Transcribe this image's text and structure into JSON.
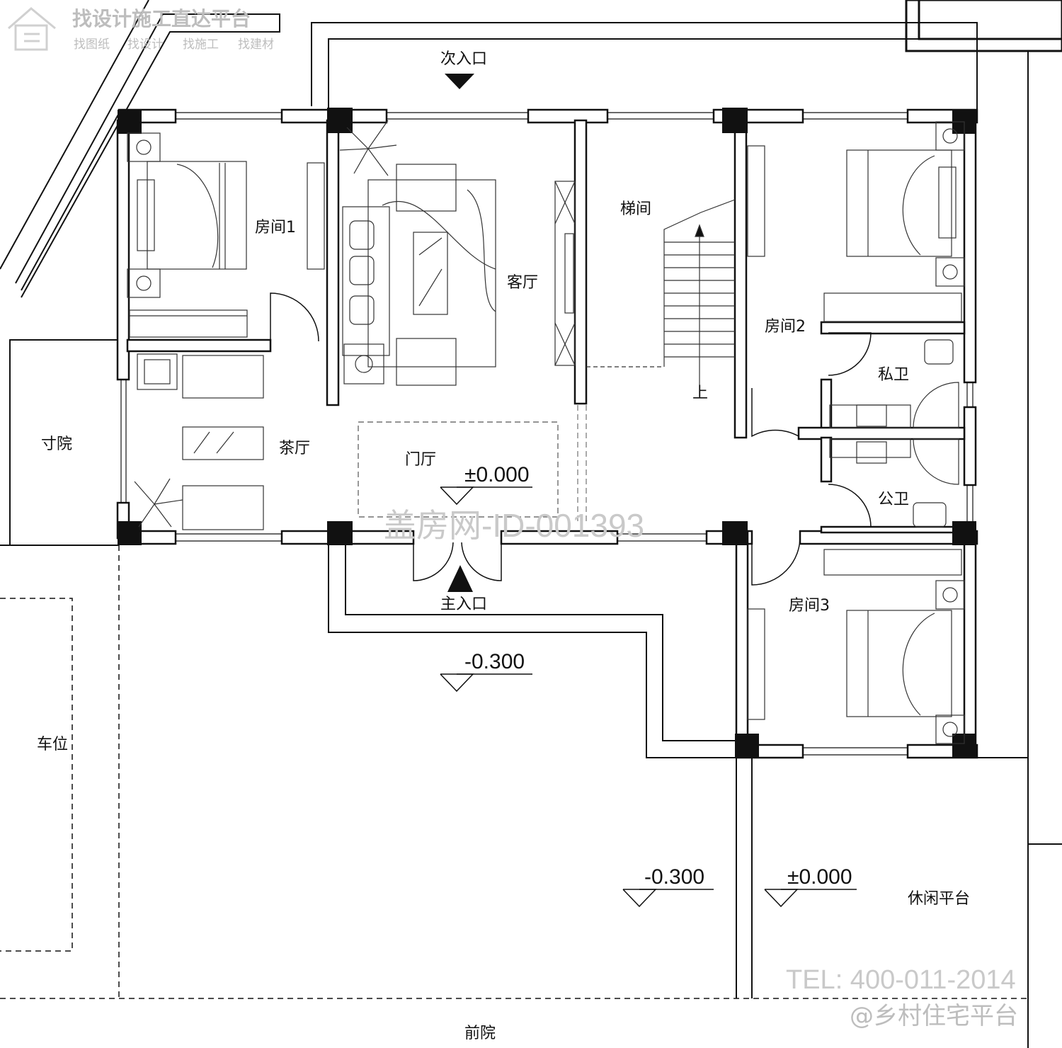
{
  "header": {
    "slogan": "找设计施工直达平台",
    "links": [
      "找图纸",
      "找设计",
      "找施工",
      "找建材"
    ]
  },
  "rooms": {
    "room1": "房间1",
    "room2": "房间2",
    "room3": "房间3",
    "living": "客厅",
    "stair": "梯间",
    "stair_up": "上",
    "private_bath": "私卫",
    "public_bath": "公卫",
    "tea_room": "茶厅",
    "foyer": "门厅",
    "small_yard": "寸院",
    "parking": "车位",
    "leisure": "休闲平台",
    "front_yard": "前院"
  },
  "entrances": {
    "secondary": "次入口",
    "main": "主入口"
  },
  "elevations": {
    "foyer": "±0.000",
    "porch": "-0.300",
    "yard": "-0.300",
    "platform": "±0.000"
  },
  "watermarks": {
    "center": "盖房网-ID-001393",
    "tel": "TEL: 400-011-2014",
    "brand": "@乡村住宅平台"
  }
}
